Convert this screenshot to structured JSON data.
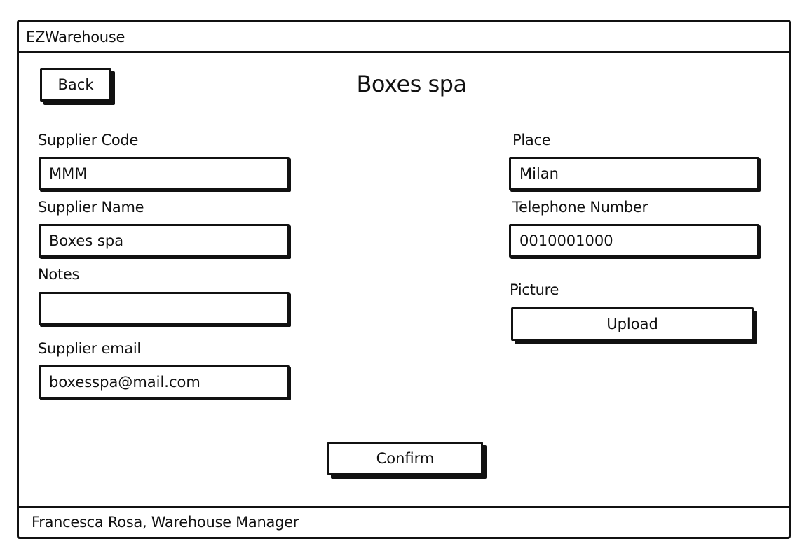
{
  "app": {
    "title": "EZWarehouse"
  },
  "header": {
    "back_label": "Back",
    "page_title": "Boxes spa"
  },
  "form": {
    "supplier_code": {
      "label": "Supplier Code",
      "value": "MMM"
    },
    "supplier_name": {
      "label": "Supplier Name",
      "value": "Boxes spa"
    },
    "notes": {
      "label": "Notes",
      "value": ""
    },
    "supplier_email": {
      "label": "Supplier email",
      "value": "boxesspa@mail.com"
    },
    "place": {
      "label": "Place",
      "value": "Milan"
    },
    "telephone": {
      "label": "Telephone Number",
      "value": "0010001000"
    },
    "picture": {
      "label": "Picture",
      "upload_label": "Upload"
    },
    "confirm_label": "Confirm"
  },
  "footer": {
    "user": "Francesca Rosa, Warehouse Manager"
  },
  "colors": {
    "ink": "#111111",
    "background": "#ffffff"
  }
}
